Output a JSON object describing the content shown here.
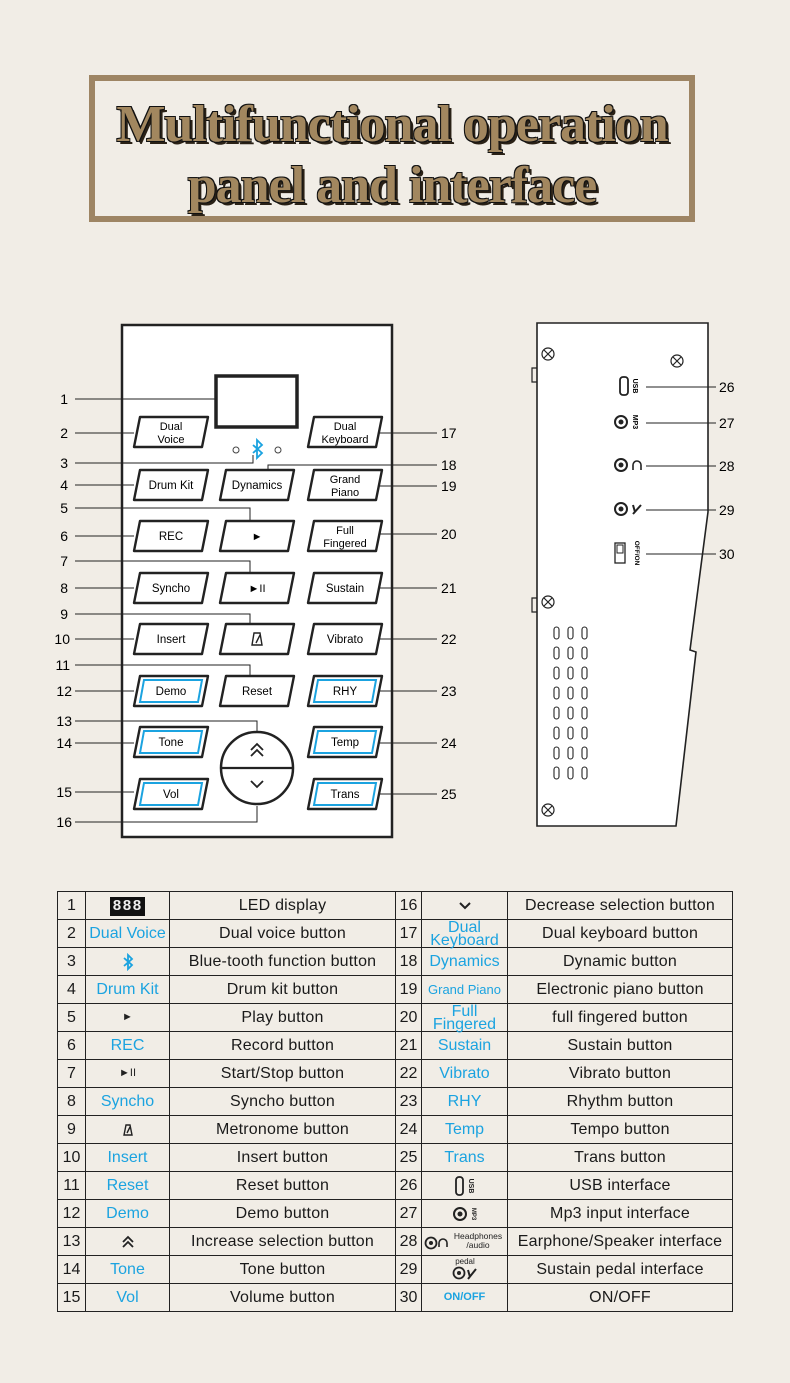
{
  "title": {
    "line1": "Multifunctional operation",
    "line2": "panel and interface"
  },
  "panel": {
    "dual_voice": [
      "Dual",
      "Voice"
    ],
    "dual_keyboard": [
      "Dual",
      "Keyboard"
    ],
    "drum_kit": "Drum Kit",
    "dynamics": "Dynamics",
    "grand_piano": [
      "Grand",
      "Piano"
    ],
    "rec": "REC",
    "full_fingered": [
      "Full",
      "Fingered"
    ],
    "syncho": "Syncho",
    "sustain": "Sustain",
    "insert": "Insert",
    "vibrato": "Vibrato",
    "demo": "Demo",
    "reset": "Reset",
    "rhy": "RHY",
    "tone": "Tone",
    "temp": "Temp",
    "vol": "Vol",
    "trans": "Trans",
    "play_symbol": "►",
    "start_stop_symbol": "►II"
  },
  "callouts": {
    "left": [
      "1",
      "2",
      "3",
      "4",
      "5",
      "6",
      "7",
      "8",
      "9",
      "10",
      "11",
      "12",
      "13",
      "14",
      "15",
      "16"
    ],
    "right": [
      "17",
      "18",
      "19",
      "20",
      "21",
      "22",
      "23",
      "24",
      "25"
    ],
    "side": [
      "26",
      "27",
      "28",
      "29",
      "30"
    ]
  },
  "side_labels": {
    "usb": "USB",
    "mp3": "MP3",
    "onoff": "OFF/ON"
  },
  "legend_left": [
    {
      "num": "1",
      "sym": "888",
      "desc": "LED display"
    },
    {
      "num": "2",
      "sym": "Dual Voice",
      "desc": "Dual voice button"
    },
    {
      "num": "3",
      "sym": "",
      "desc": "Blue-tooth function button"
    },
    {
      "num": "4",
      "sym": "Drum Kit",
      "desc": "Drum kit button"
    },
    {
      "num": "5",
      "sym": "►",
      "desc": "Play button"
    },
    {
      "num": "6",
      "sym": "REC",
      "desc": "Record button"
    },
    {
      "num": "7",
      "sym": "►II",
      "desc": "Start/Stop button"
    },
    {
      "num": "8",
      "sym": "Syncho",
      "desc": "Syncho button"
    },
    {
      "num": "9",
      "sym": "",
      "desc": "Metronome button"
    },
    {
      "num": "10",
      "sym": "Insert",
      "desc": "Insert button"
    },
    {
      "num": "11",
      "sym": "Reset",
      "desc": "Reset button"
    },
    {
      "num": "12",
      "sym": "Demo",
      "desc": "Demo button"
    },
    {
      "num": "13",
      "sym": "",
      "desc": "Increase selection button"
    },
    {
      "num": "14",
      "sym": "Tone",
      "desc": "Tone button"
    },
    {
      "num": "15",
      "sym": "Vol",
      "desc": "Volume button"
    }
  ],
  "legend_right": [
    {
      "num": "16",
      "sym": "",
      "desc": "Decrease selection button"
    },
    {
      "num": "17",
      "sym": "Dual Keyboard",
      "desc": "Dual keyboard button"
    },
    {
      "num": "18",
      "sym": "Dynamics",
      "desc": "Dynamic button"
    },
    {
      "num": "19",
      "sym": "Grand Piano",
      "desc": "Electronic piano button"
    },
    {
      "num": "20",
      "sym": "Full Fingered",
      "desc": "full fingered button"
    },
    {
      "num": "21",
      "sym": "Sustain",
      "desc": "Sustain button"
    },
    {
      "num": "22",
      "sym": "Vibrato",
      "desc": "Vibrato button"
    },
    {
      "num": "23",
      "sym": "RHY",
      "desc": "Rhythm button"
    },
    {
      "num": "24",
      "sym": "Temp",
      "desc": "Tempo button"
    },
    {
      "num": "25",
      "sym": "Trans",
      "desc": "Trans button"
    },
    {
      "num": "26",
      "sym": "USB",
      "desc": "USB interface"
    },
    {
      "num": "27",
      "sym": "MP3",
      "desc": "Mp3 input interface"
    },
    {
      "num": "28",
      "sym": "Headphones /audio",
      "desc": "Earphone/Speaker interface"
    },
    {
      "num": "29",
      "sym": "pedal",
      "desc": "Sustain pedal interface"
    },
    {
      "num": "30",
      "sym": "ON/OFF",
      "desc": "ON/OFF"
    }
  ],
  "colors": {
    "background": "#f1ede6",
    "title_gold": "#a2875f",
    "accent_blue": "#1ba3e0",
    "frame": "#9e8564"
  }
}
